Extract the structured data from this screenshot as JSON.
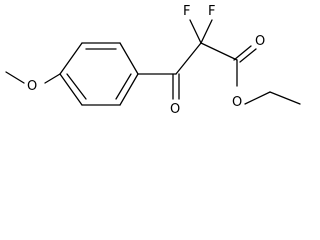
{
  "molecule": {
    "atoms": {
      "fluorine_1": "F",
      "fluorine_2": "F",
      "ketone_oxygen": "O",
      "carbonyl_oxygen": "O",
      "ester_oxygen": "O",
      "methoxy_oxygen": "O"
    }
  }
}
